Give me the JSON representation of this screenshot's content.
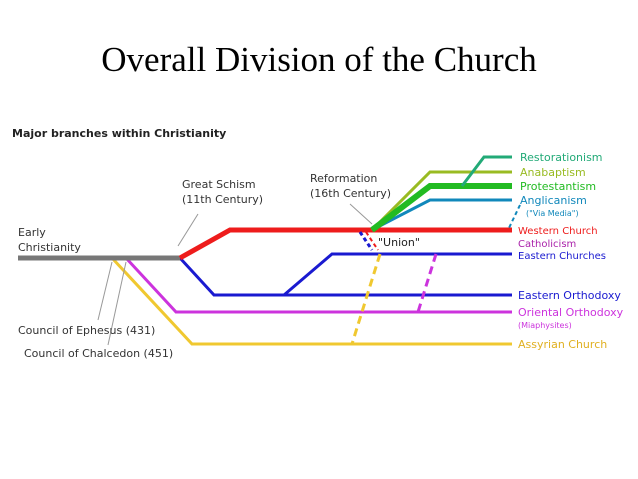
{
  "title": "Overall Division of the Church",
  "diagram": {
    "heading": "Major branches within Christianity",
    "early": [
      "Early",
      "Christianity"
    ],
    "schism": [
      "Great Schism",
      "(11th Century)"
    ],
    "reformation": [
      "Reformation",
      "(16th Century)"
    ],
    "union": "\"Union\"",
    "ephesus": "Council of Ephesus (431)",
    "chalcedon": "Council of Chalcedon (451)",
    "branches": {
      "restorationism": "Restorationism",
      "anabaptism": "Anabaptism",
      "protestantism": "Protestantism",
      "anglicanism": "Anglicanism",
      "via_media": "(\"Via Media\")",
      "western_church": "Western Church",
      "catholicism": "Catholicism",
      "eastern_churches": "Eastern Churches",
      "eastern_orthodoxy": "Eastern Orthodoxy",
      "oriental_orthodoxy": "Oriental Orthodoxy",
      "miaphysites": "(Miaphysites)",
      "assyrian": "Assyrian Church"
    },
    "colors": {
      "early": "#777777",
      "western": "#ee1c1c",
      "eastern": "#1a1ad0",
      "oriental": "#cc33dd",
      "assyrian": "#f0c830",
      "protestant": "#22bb22",
      "anabaptist": "#99bb22",
      "restorationist": "#22aa77",
      "anglican": "#1188bb"
    }
  }
}
